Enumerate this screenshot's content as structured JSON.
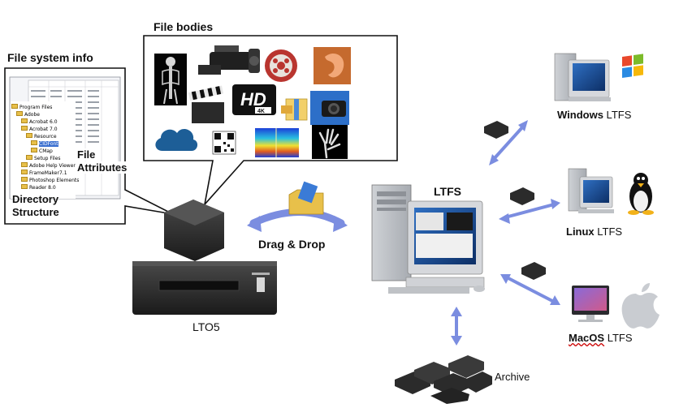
{
  "labels": {
    "file_bodies": "File bodies",
    "file_system_info": "File system info",
    "file_attributes_line1": "File",
    "file_attributes_line2": "Attributes",
    "directory_structure_line1": "Directory",
    "directory_structure_line2": "Structure",
    "drag_drop": "Drag & Drop",
    "ltfs_center": "LTFS",
    "lto5": "LTO5",
    "archive": "Archive",
    "windows_os": "Windows",
    "linux_os": "Linux",
    "macos_os": "MacOS",
    "ltfs_suffix": " LTFS"
  },
  "tree": [
    "Program Files",
    "Adobe",
    "Acrobat 6.0",
    "Acrobat 7.0",
    "Resource",
    "CIDFont",
    "CMap",
    "Setup Files",
    "Adobe Help Viewer",
    "FrameMaker7.1",
    "Photoshop Elements",
    "Reader 8.0"
  ],
  "colors": {
    "arrow": "#7b8de0",
    "arrow_stroke": "#5a6cc8",
    "tape": "#2a2a2a",
    "folder": "#e8c04a"
  },
  "icons": [
    "xray-skeleton-icon",
    "video-camera-icon",
    "film-reel-icon",
    "ear-scan-icon",
    "clapperboard-icon",
    "hd-4k-icon",
    "zip-archive-icon",
    "photo-camera-icon",
    "cloud-icon",
    "qr-code-icon",
    "spectrogram-icon",
    "hand-xray-icon"
  ]
}
